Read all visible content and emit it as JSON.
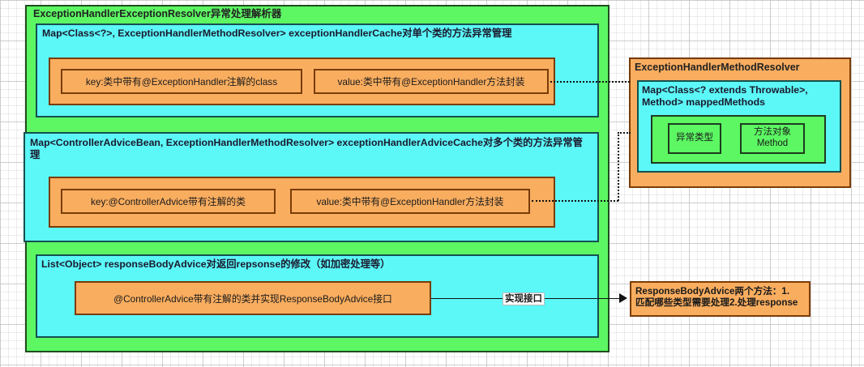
{
  "diagram": {
    "resolver": {
      "title": "ExceptionHandlerExceptionResolver异常处理解析器",
      "cache1": {
        "title": "Map<Class<?>, ExceptionHandlerMethodResolver> exceptionHandlerCache对单个类的方法异常管理",
        "key": "key:类中带有@ExceptionHandler注解的class",
        "value": "value:类中带有@ExceptionHandler方法封装"
      },
      "cache2": {
        "title": "Map<ControllerAdviceBean, ExceptionHandlerMethodResolver> exceptionHandlerAdviceCache对多个类的方法异常管理",
        "key": "key:@ControllerAdvice带有注解的类",
        "value": "value:类中带有@ExceptionHandler方法封装"
      },
      "advice_list": {
        "title": "List<Object> responseBodyAdvice对返回repsonse的修改（如加密处理等）",
        "item": "@ControllerAdvice带有注解的类并实现ResponseBodyAdvice接口"
      }
    },
    "method_resolver": {
      "title": "ExceptionHandlerMethodResolver",
      "map_title": "Map<Class<? extends Throwable>,\nMethod> mappedMethods",
      "cells": [
        "异常类型",
        "方法对象\nMethod"
      ]
    },
    "response_body_advice": {
      "text": "ResponseBodyAdvice两个方法：1.\n匹配哪些类型需要处理2.处理response"
    },
    "edges": {
      "implements_label": "实现接口"
    }
  }
}
